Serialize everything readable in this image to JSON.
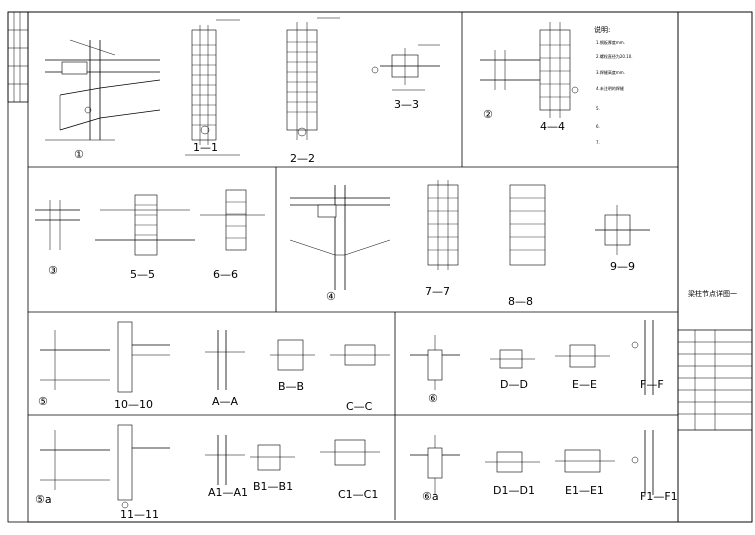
{
  "drawing": {
    "title_block_text": "梁柱节点详图一",
    "details": [
      {
        "id": "d1",
        "label": "①"
      },
      {
        "id": "d11",
        "label": "1—1"
      },
      {
        "id": "d22",
        "label": "2—2"
      },
      {
        "id": "d33",
        "label": "3—3"
      },
      {
        "id": "d2",
        "label": "②"
      },
      {
        "id": "d44",
        "label": "4—4"
      },
      {
        "id": "d3",
        "label": "③"
      },
      {
        "id": "d55",
        "label": "5—5"
      },
      {
        "id": "d66",
        "label": "6—6"
      },
      {
        "id": "d4",
        "label": "④"
      },
      {
        "id": "d77",
        "label": "7—7"
      },
      {
        "id": "d88",
        "label": "8—8"
      },
      {
        "id": "d99",
        "label": "9—9"
      },
      {
        "id": "d5",
        "label": "⑤"
      },
      {
        "id": "d1010",
        "label": "10—10"
      },
      {
        "id": "dAA",
        "label": "A—A"
      },
      {
        "id": "dBB",
        "label": "B—B"
      },
      {
        "id": "dCC",
        "label": "C—C"
      },
      {
        "id": "d6",
        "label": "⑥"
      },
      {
        "id": "dDD",
        "label": "D—D"
      },
      {
        "id": "dEE",
        "label": "E—E"
      },
      {
        "id": "dFF",
        "label": "F—F"
      },
      {
        "id": "d5a",
        "label": "⑤a"
      },
      {
        "id": "d1111",
        "label": "11—11"
      },
      {
        "id": "dA1",
        "label": "A1—A1"
      },
      {
        "id": "dB1",
        "label": "B1—B1"
      },
      {
        "id": "dC1",
        "label": "C1—C1"
      },
      {
        "id": "d6a",
        "label": "⑥a"
      },
      {
        "id": "dD1",
        "label": "D1—D1"
      },
      {
        "id": "dE1",
        "label": "E1—E1"
      },
      {
        "id": "dF1",
        "label": "F1—F1"
      }
    ],
    "notes_heading": "说明:",
    "notes": [
      "1.钢板厚度mm.",
      "2.螺栓直径为20.10.",
      "3.焊缝高度mm.",
      "4.未注明的焊缝",
      "5.",
      "6.",
      "7."
    ]
  }
}
